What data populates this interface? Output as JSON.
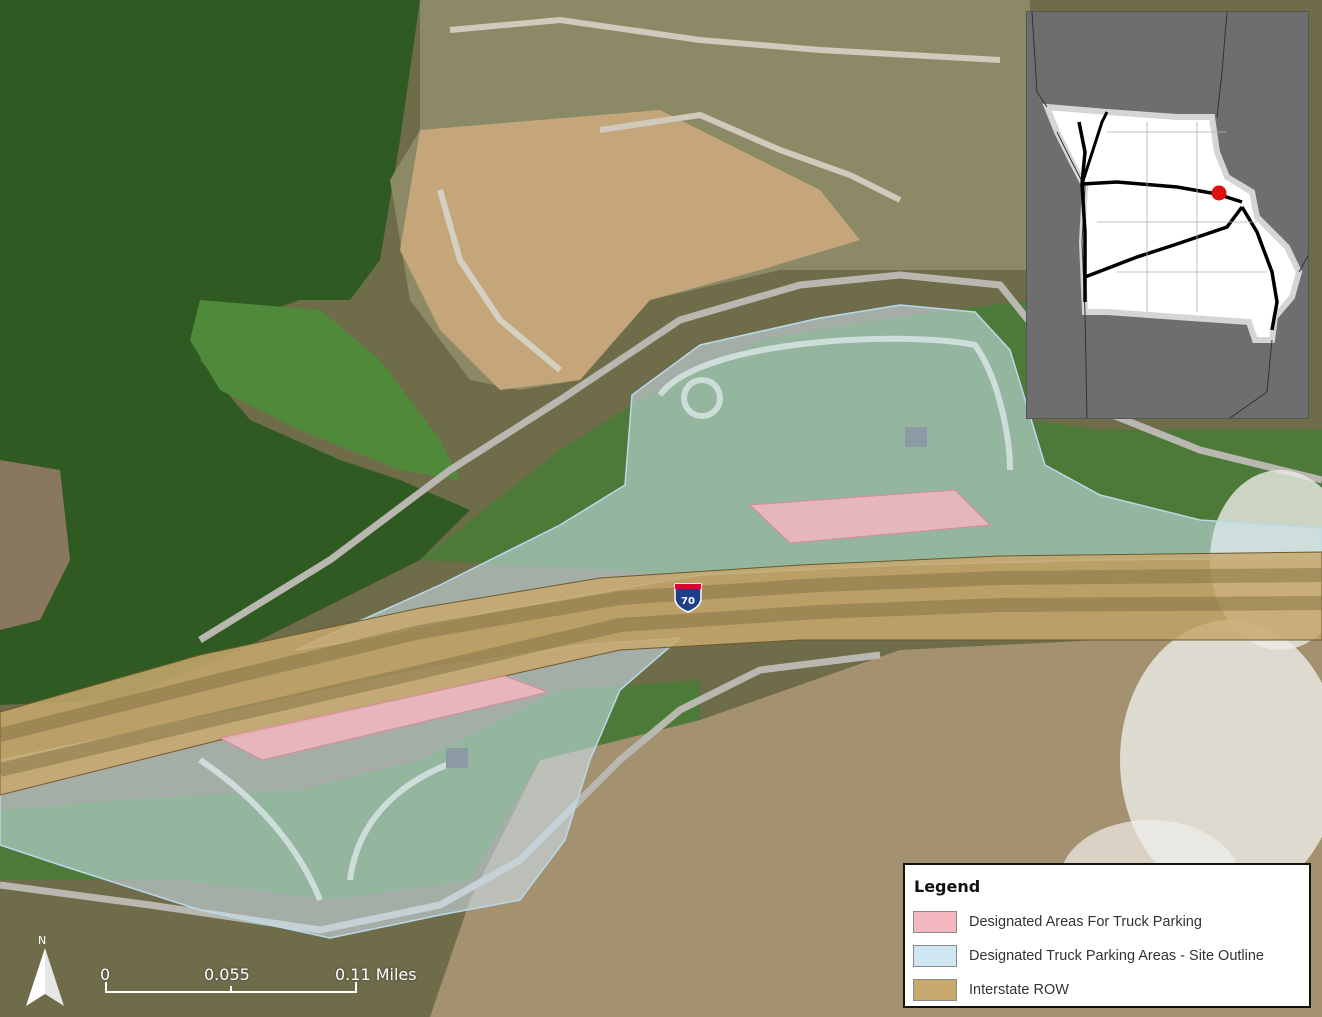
{
  "map": {
    "route_shield": "70",
    "colors": {
      "truck_parking": "#f3b7c0",
      "site_outline": "#cfe6f3",
      "interstate_row": "#c8a86c"
    }
  },
  "legend": {
    "title": "Legend",
    "items": [
      {
        "label": "Designated Areas For Truck Parking",
        "color": "#f3b7c0"
      },
      {
        "label": "Designated Truck Parking Areas - Site Outline",
        "color": "#cfe6f3"
      },
      {
        "label": "Interstate ROW",
        "color": "#c8a86c"
      }
    ]
  },
  "scale": {
    "ticks": [
      "0",
      "0.055",
      "0.11 Miles"
    ]
  },
  "north": {
    "label": "N"
  },
  "inset": {
    "location_marker_color": "#e01010"
  }
}
